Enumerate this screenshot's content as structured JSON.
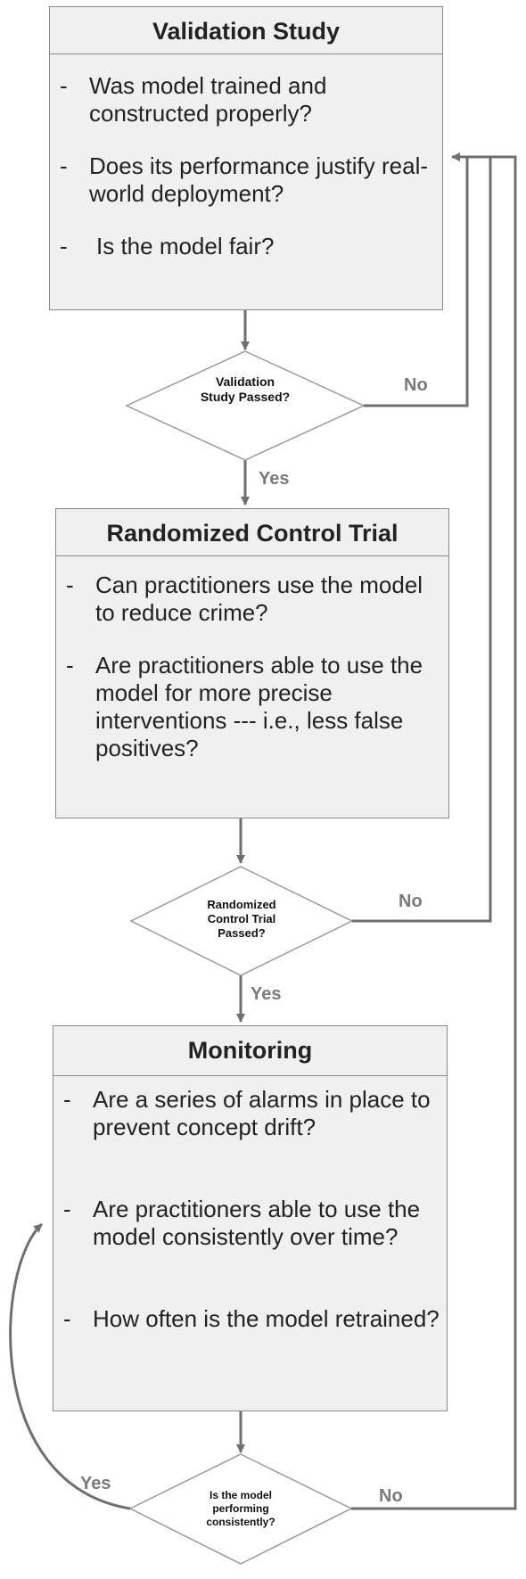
{
  "colors": {
    "box_fill": "#f0f0f0",
    "box_border": "#8a8a8a",
    "connector": "#6f6f6f",
    "edge_label": "#7a7a7a"
  },
  "validation_box": {
    "title": "Validation Study",
    "bullets": [
      "Was model trained and constructed properly?",
      "Does its performance justify real-world deployment?",
      "Is the model fair?"
    ]
  },
  "validation_decision": {
    "label": "Validation Study Passed?",
    "yes_label": "Yes",
    "no_label": "No"
  },
  "rct_box": {
    "title": "Randomized Control Trial",
    "bullets": [
      "Can practitioners use the model to reduce crime?",
      "Are practitioners able to use the model for more precise interventions --- i.e., less false positives?"
    ]
  },
  "rct_decision": {
    "label": "Randomized Control Trial Passed?",
    "yes_label": "Yes",
    "no_label": "No"
  },
  "monitoring_box": {
    "title": "Monitoring",
    "bullets": [
      "Are a series of alarms in place to prevent concept drift?",
      "Are practitioners able to use the model consistently over time?",
      "How often is the model retrained?"
    ]
  },
  "monitoring_decision": {
    "label": "Is the model performing consistently?",
    "yes_label": "Yes",
    "no_label": "No"
  }
}
